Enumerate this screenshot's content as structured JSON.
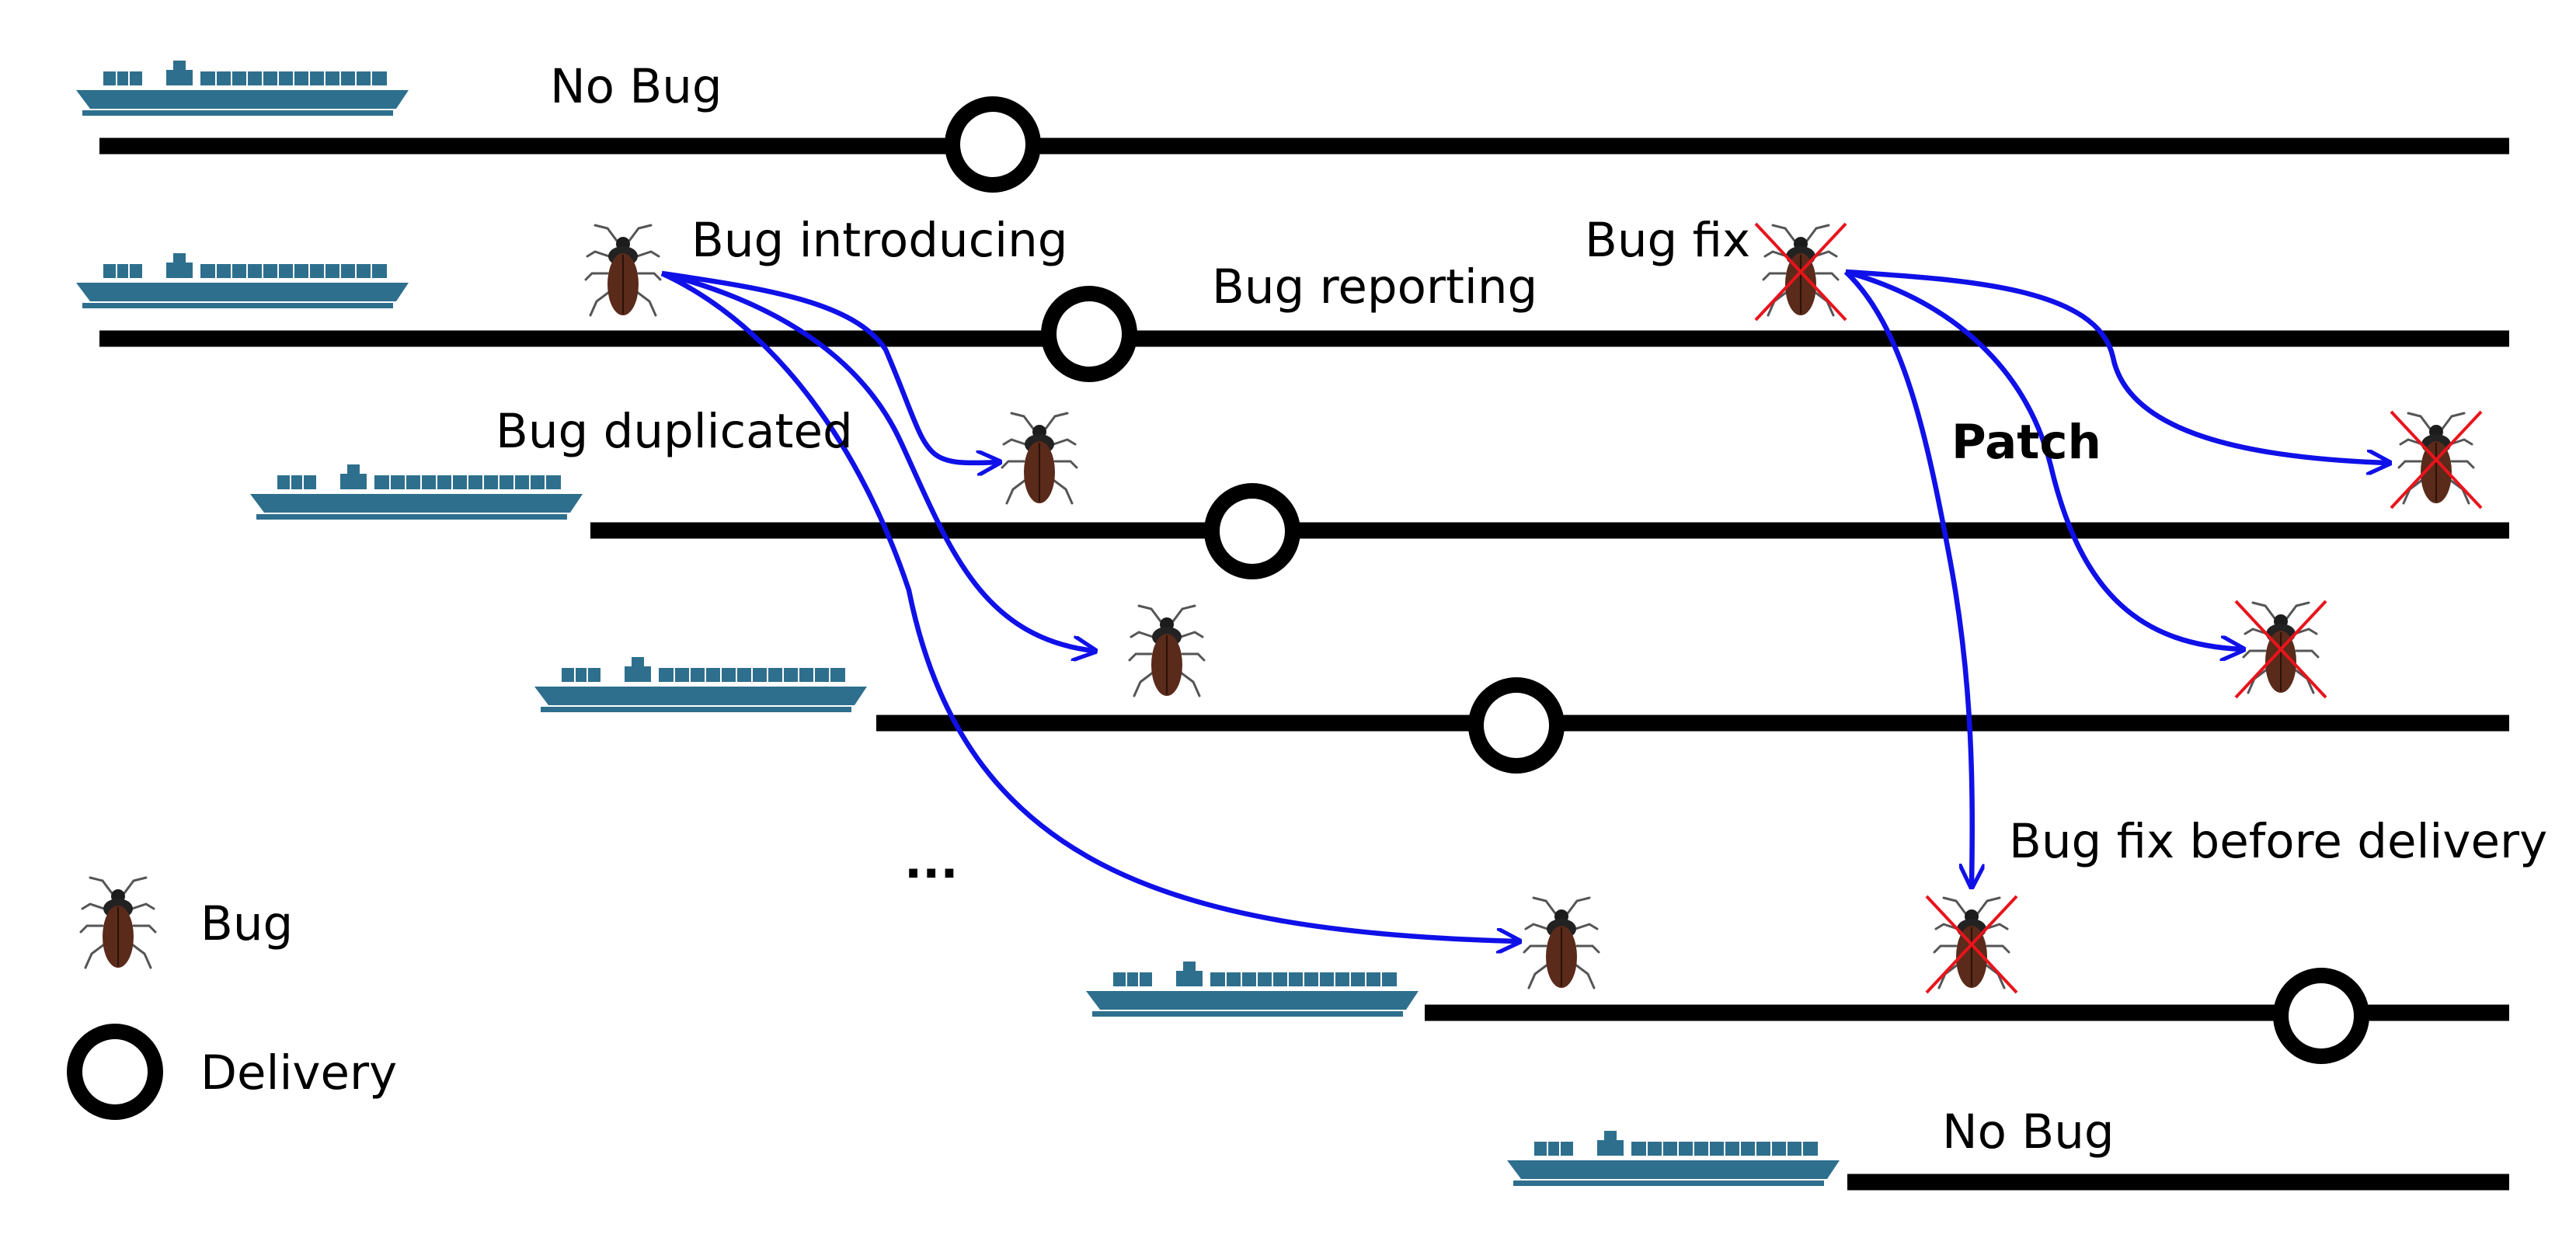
{
  "labels": {
    "no_bug_top": "No Bug",
    "bug_introducing": "Bug introducing",
    "bug_reporting": "Bug reporting",
    "bug_fix": "Bug fix",
    "bug_duplicated": "Bug duplicated",
    "patch": "Patch",
    "bug_fix_before_delivery": "Bug fix before delivery",
    "ellipsis": "...",
    "no_bug_bottom": "No Bug"
  },
  "legend": {
    "bug": "Bug",
    "delivery": "Delivery"
  },
  "icons": {
    "ship": "container-ship-icon",
    "bug": "bug-icon",
    "fixed_bug": "fixed-bug-icon",
    "delivery": "delivery-circle-icon"
  },
  "colors": {
    "ship": "#2E6F8E",
    "bug_body": "#5A2A1A",
    "bug_head": "#1C1C1C",
    "arrow": "#1010E8",
    "cross": "#E8141C",
    "line": "#000000"
  }
}
